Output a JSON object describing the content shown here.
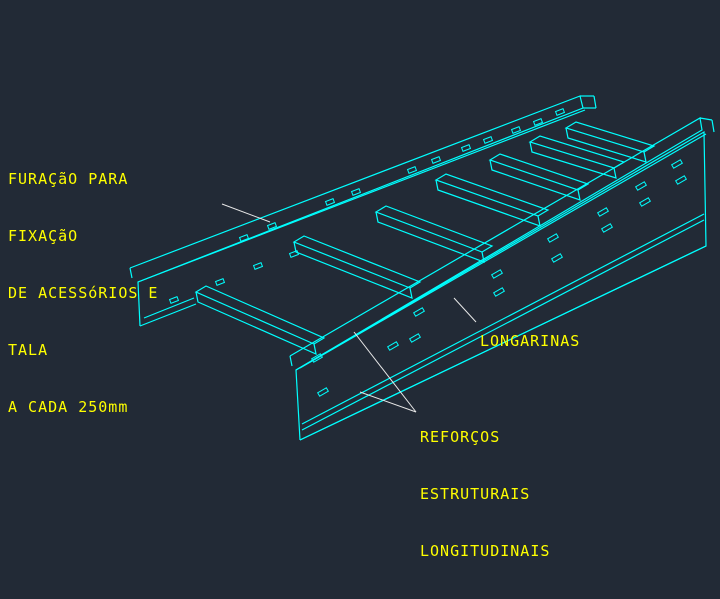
{
  "drawing": {
    "background_color": "#222a36",
    "line_color": "#00ffff",
    "text_color": "#ffff00",
    "leader_color": "#e8e8e8"
  },
  "annotations": {
    "furacao": [
      "FURAÇãO PARA",
      "FIXAÇãO",
      "DE ACESSóRIOS E",
      "TALA",
      "A CADA 250mm"
    ],
    "longarinas": "LONGARINAS",
    "reforcos": [
      "REFORÇOS",
      "ESTRUTURAIS",
      "LONGITUDINAIS"
    ]
  }
}
